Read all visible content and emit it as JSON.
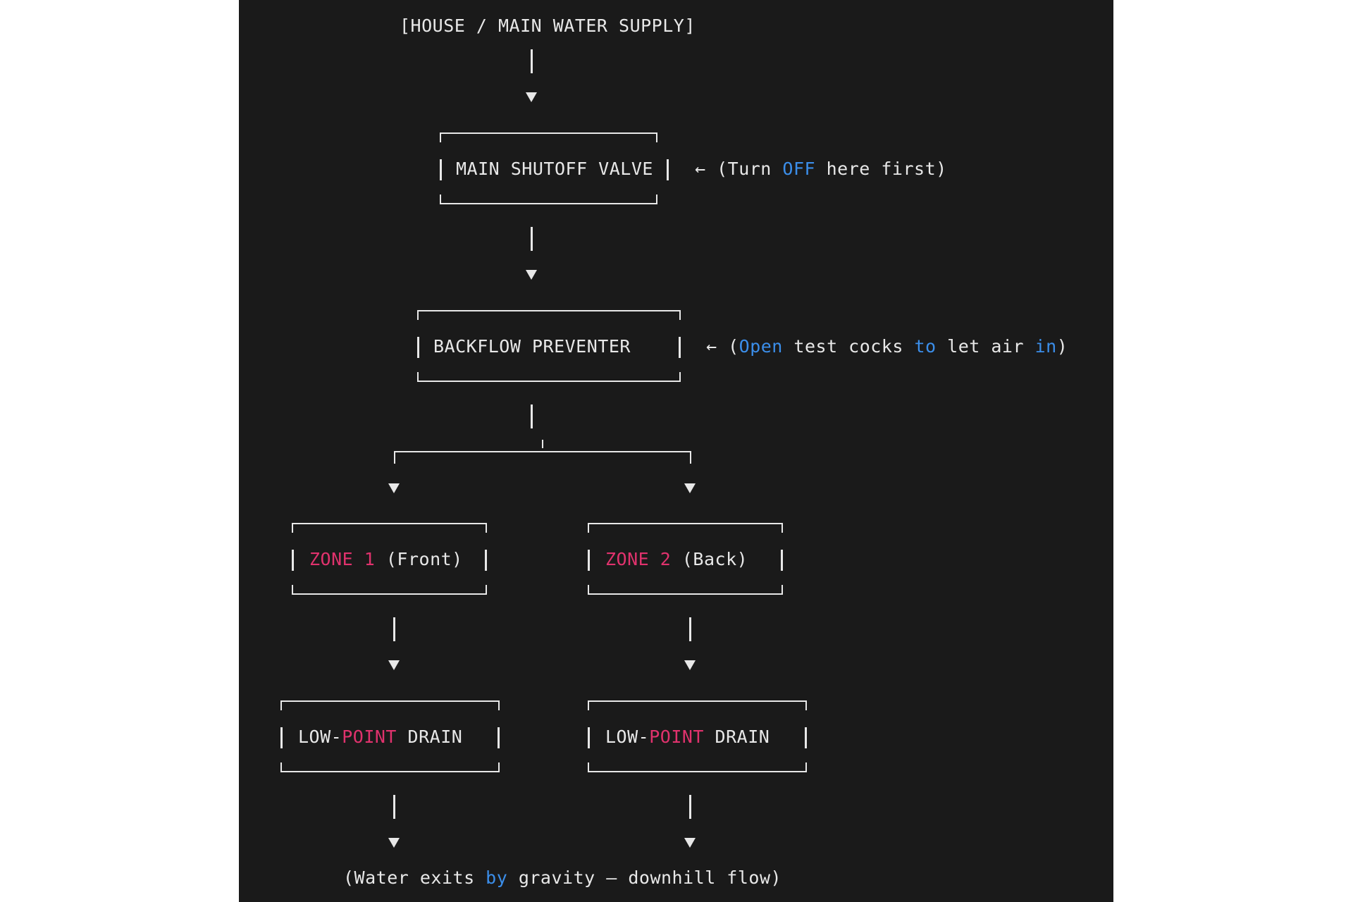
{
  "diagram": {
    "source": "[HOUSE / MAIN WATER SUPPLY]",
    "shutoff": {
      "label": "MAIN SHUTOFF VALVE",
      "note_prefix": "← (Turn ",
      "note_accent": "OFF",
      "note_suffix": " here first)"
    },
    "backflow": {
      "label": "BACKFLOW PREVENTER",
      "note_arrow": "← (",
      "note_w1": "Open",
      "note_w2": " test cocks ",
      "note_w3": "to",
      "note_w4": " let air ",
      "note_w5": "in",
      "note_w6": ")"
    },
    "zone1": {
      "accent": "ZONE 1",
      "rest": " (Front)"
    },
    "zone2": {
      "accent": "ZONE 2",
      "rest": " (Back)"
    },
    "drain1": {
      "pre": "LOW-",
      "accent": "POINT",
      "post": " DRAIN"
    },
    "drain2": {
      "pre": "LOW-",
      "accent": "POINT",
      "post": " DRAIN"
    },
    "footer": {
      "pre": "(Water exits ",
      "accent": "by",
      "post": " gravity — downhill flow)"
    },
    "colors": {
      "background": "#1a1a1a",
      "text": "#e8e8e8",
      "blue_accent": "#3b8eea",
      "pink_accent": "#e0326d"
    }
  }
}
